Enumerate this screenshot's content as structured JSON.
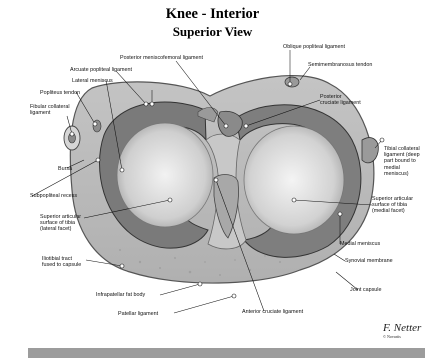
{
  "title": "Knee - Interior",
  "subtitle": "Superior View",
  "labels": {
    "posterior_meniscofemoral": "Posterior meniscofemoral ligament",
    "oblique_popliteal": "Oblique popliteal ligament",
    "arcuate_popliteal": "Arcuate popliteal ligament",
    "semimembranosus": "Semimembranosus tendon",
    "lateral_meniscus": "Lateral meniscus",
    "popliteus_tendon": "Popliteus tendon",
    "posterior_cruciate": [
      "Posterior",
      "cruciate ligament"
    ],
    "fibular_collateral": [
      "Fibular collateral",
      "ligament"
    ],
    "tibial_collateral": [
      "Tibial collateral",
      "ligament (deep",
      "part bound to",
      "medial",
      "meniscus)"
    ],
    "bursa": "Bursa",
    "subpopliteal_recess": "Subpopliteal recess",
    "superior_lateral": [
      "Superior articular",
      "surface of tibia",
      "(lateral facet)"
    ],
    "superior_medial": [
      "Superior articular",
      "surface of tibia",
      "(medial facet)"
    ],
    "iliotibial": [
      "Iliotibial tract",
      "fused to capsule"
    ],
    "medial_meniscus": "Medial meniscus",
    "synovial_membrane": "Synovial membrane",
    "joint_capsule": "Joint capsule",
    "infrapatellar_fat": "Infrapatellar fat body",
    "patellar_ligament": "Patellar ligament",
    "anterior_cruciate": "Anterior cruciate ligament"
  },
  "signature": "F. Netter",
  "signature_small": "© Novartis"
}
